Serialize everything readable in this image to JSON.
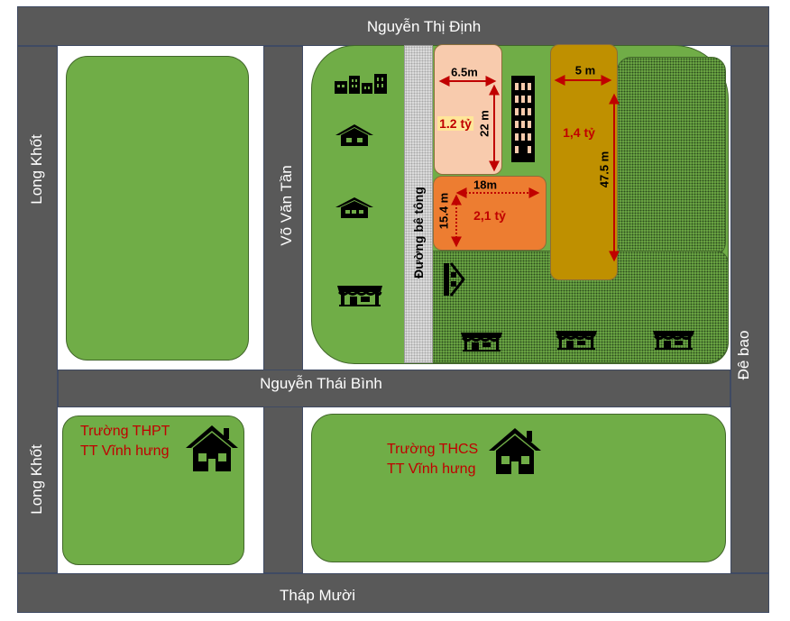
{
  "roads": {
    "top": "Nguyễn Thị Định",
    "bottom": "Tháp Mười",
    "left_upper": "Long Khốt",
    "left_lower": "Long Khốt",
    "middle_vertical": "Võ Văn Tần",
    "middle_horizontal": "Nguyễn Thái Bình",
    "right": "Đê bao",
    "concrete_lane": "Đường bê tông"
  },
  "plots": {
    "plot_a": {
      "price": "1.2 tỷ",
      "width": "6.5m",
      "depth": "22 m",
      "color": "#f8cbad"
    },
    "plot_b": {
      "price": "2,1 tỷ",
      "width": "18m",
      "depth": "15.4 m",
      "color": "#ed7d31"
    },
    "plot_c": {
      "price": "1,4 tỷ",
      "width": "5 m",
      "depth": "47.5 m",
      "color": "#bf9000"
    }
  },
  "schools": {
    "high_school": {
      "line1": "Trường THPT",
      "line2": "TT Vĩnh hưng"
    },
    "secondary_school": {
      "line1": "Trường THCS",
      "line2": "TT Vĩnh hưng"
    }
  },
  "icons": [
    "buildings-icon",
    "house-icon",
    "house-icon",
    "shop-icon",
    "office-tower-icon",
    "shop-icon",
    "school-house-icon"
  ],
  "colors": {
    "road": "#595959",
    "block": "#70ad47",
    "price": "#c00000",
    "arrow": "#c00000"
  }
}
